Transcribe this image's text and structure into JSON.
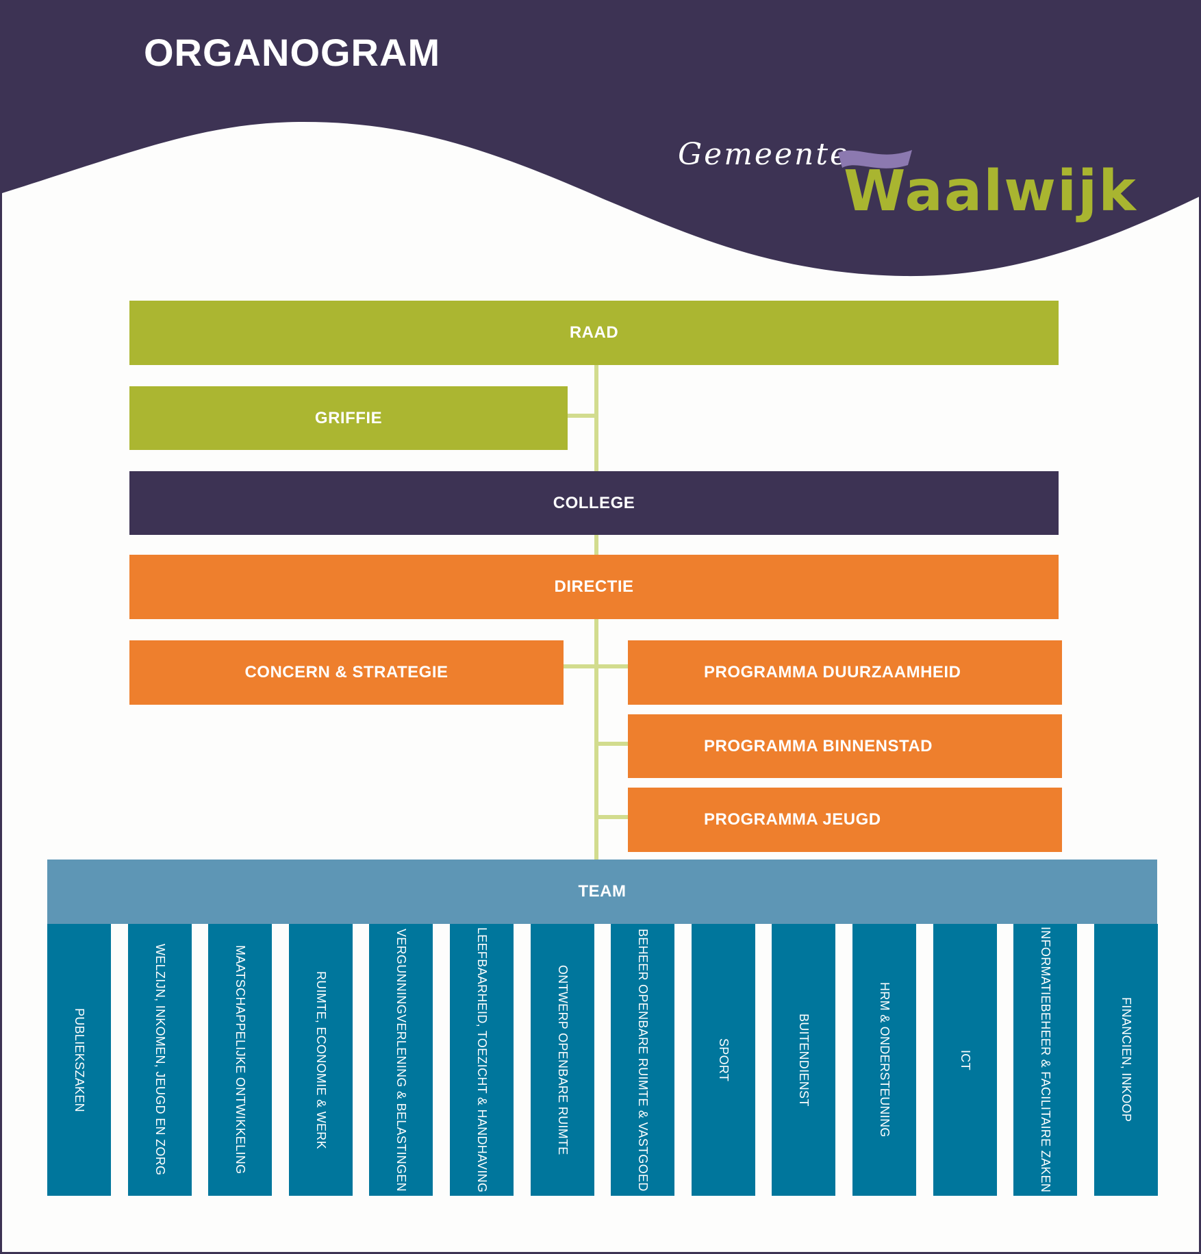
{
  "header": {
    "title": "ORGANOGRAM"
  },
  "logo": {
    "prefix": "Gemeente",
    "name": "Waalwijk"
  },
  "colors": {
    "purple": "#3d3354",
    "green": "#abb631",
    "orange": "#ee7f2d",
    "team": "#5e96b5",
    "unit": "#00769c",
    "connector": "#d2dc8e"
  },
  "org": {
    "raad": "RAAD",
    "griffie": "GRIFFIE",
    "college": "COLLEGE",
    "directie": "DIRECTIE",
    "concern": "CONCERN & STRATEGIE",
    "programmas": [
      "PROGRAMMA DUURZAAMHEID",
      "PROGRAMMA BINNENSTAD",
      "PROGRAMMA JEUGD"
    ],
    "team": "TEAM",
    "units": [
      "PUBLIEKSZAKEN",
      "WELZIJN, INKOMEN, JEUGD EN ZORG",
      "MAATSCHAPPELIJKE ONTWIKKELING",
      "RUIMTE, ECONOMIE & WERK",
      "VERGUNNINGVERLENING & BELASTINGEN",
      "LEEFBAARHEID, TOEZICHT & HANDHAVING",
      "ONTWERP OPENBARE RUIMTE",
      "BEHEER OPENBARE RUIMTE & VASTGOED",
      "SPORT",
      "BUITENDIENST",
      "HRM & ONDERSTEUNING",
      "ICT",
      "INFORMATIEBEHEER & FACILITAIRE ZAKEN",
      "FINANCIEN, INKOOP"
    ]
  }
}
